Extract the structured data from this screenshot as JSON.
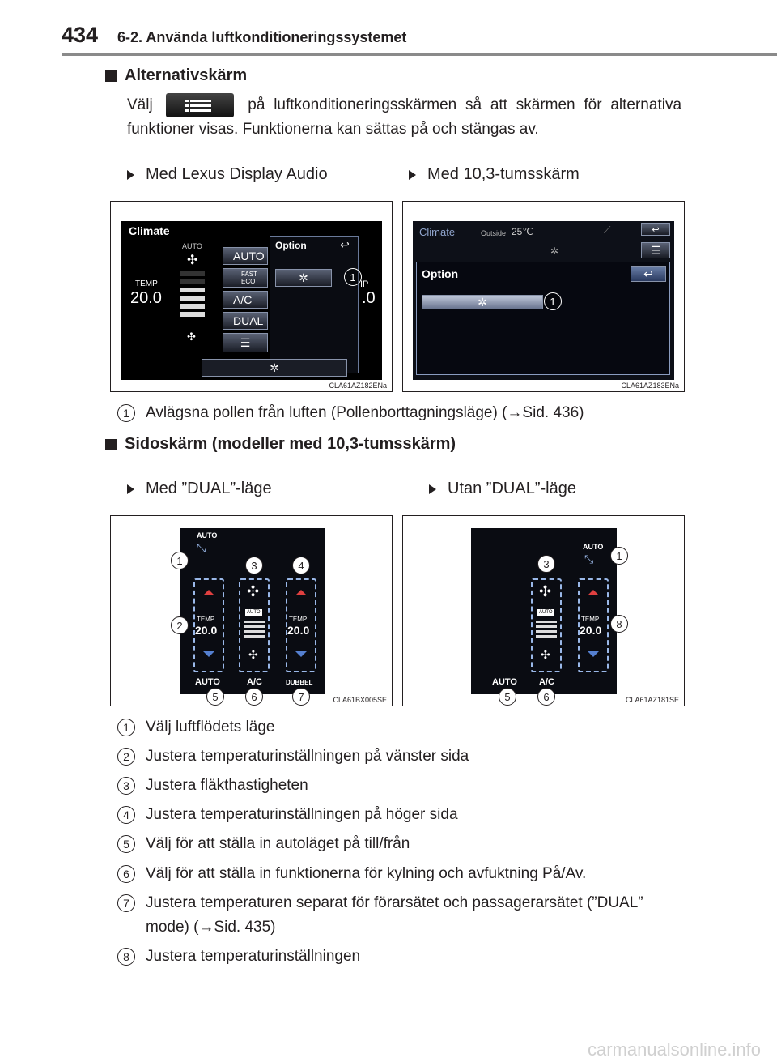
{
  "header": {
    "page_number": "434",
    "chapter": "6-2. Använda luftkonditioneringssystemet"
  },
  "section1": {
    "title": "Alternativskärm",
    "para_before": "Välj",
    "para_after": "på luftkonditioneringsskärmen så att skärmen för alternativa funktioner visas. Funktionerna kan sättas på och stängas av.",
    "sub_left": "Med Lexus Display Audio",
    "sub_right": "Med 10,3-tumsskärm",
    "fig_left": {
      "caption": "CLA61AZ182ENa",
      "climate": "Climate",
      "auto_small": "AUTO",
      "temp_label": "TEMP",
      "temp_value": "20.0",
      "btn_auto": "AUTO",
      "btn_fast": "FAST",
      "btn_eco": "ECO",
      "btn_ac": "A/C",
      "btn_dual": "DUAL",
      "option": "Option",
      "right_partial_top": "IP",
      "right_partial_val": ".0",
      "marker": "1"
    },
    "fig_right": {
      "caption": "CLA61AZ183ENa",
      "climate": "Climate",
      "outside": "Outside",
      "outside_temp": "25℃",
      "option": "Option",
      "marker": "1"
    },
    "note_num": "1",
    "note_text": "Avlägsna pollen från luften (Pollenborttagningsläge) (→Sid. 436)"
  },
  "section2": {
    "title": "Sidoskärm (modeller med 10,3-tumsskärm)",
    "sub_left": "Med ”DUAL”-läge",
    "sub_right": "Utan ”DUAL”-läge",
    "fig_left": {
      "caption": "CLA61BX005SE",
      "auto_top": "AUTO",
      "temp_label_l": "TEMP",
      "temp_value_l": "20.0",
      "fan_auto": "AUTO",
      "temp_label_r": "TEMP",
      "temp_value_r": "20.0",
      "btn_auto": "AUTO",
      "btn_ac": "A/C",
      "btn_dubbel": "DUBBEL",
      "m1": "1",
      "m2": "2",
      "m3": "3",
      "m4": "4",
      "m5": "5",
      "m6": "6",
      "m7": "7"
    },
    "fig_right": {
      "caption": "CLA61AZ181SE",
      "auto_top": "AUTO",
      "fan_auto": "AUTO",
      "temp_label": "TEMP",
      "temp_value": "20.0",
      "btn_auto": "AUTO",
      "btn_ac": "A/C",
      "m1": "1",
      "m3": "3",
      "m5": "5",
      "m6": "6",
      "m8": "8"
    },
    "items": [
      {
        "num": "1",
        "text": "Välj luftflödets läge"
      },
      {
        "num": "2",
        "text": "Justera temperaturinställningen på vänster sida"
      },
      {
        "num": "3",
        "text": "Justera fläkthastigheten"
      },
      {
        "num": "4",
        "text": "Justera temperaturinställningen på höger sida"
      },
      {
        "num": "5",
        "text": "Välj för att ställa in autoläget på till/från"
      },
      {
        "num": "6",
        "text": "Välj för att ställa in funktionerna för kylning och avfuktning På/Av."
      },
      {
        "num": "7",
        "text": "Justera temperaturen separat för förarsätet och passagerarsätet (”DUAL” mode) (→Sid. 435)"
      },
      {
        "num": "8",
        "text": "Justera temperaturinställningen"
      }
    ]
  },
  "watermark": "carmanualsonline.info"
}
